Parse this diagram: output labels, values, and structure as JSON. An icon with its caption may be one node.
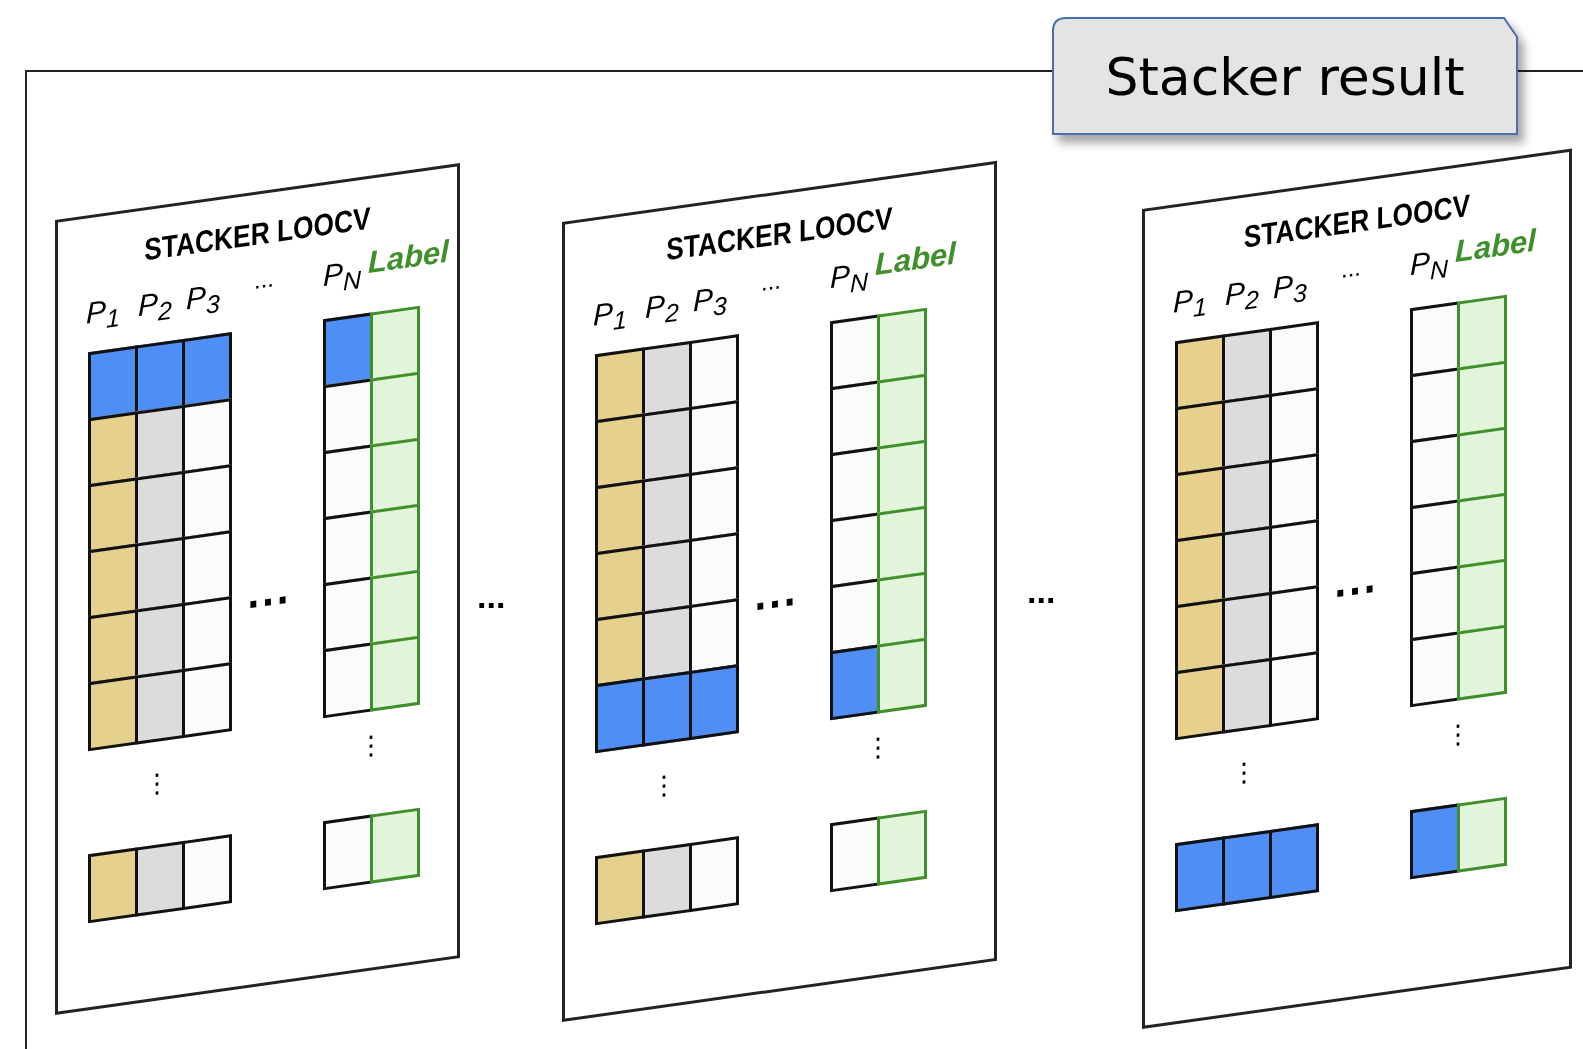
{
  "diagram": {
    "nodes": [
      {
        "text": [],
        "shape": "box"
      },
      {
        "text": [
          "Stacker result"
        ]
      },
      {
        "text": [
          "STACKER LOOCV"
        ],
        "in": 0
      },
      {
        "text": [
          "STACKER LOOCV"
        ],
        "in": 0
      },
      {
        "text": [
          "STACKER LOOCV"
        ],
        "in": 0
      }
    ],
    "edges": [],
    "labels": [
      "P$_{1}$",
      "P$_{2}$",
      "P$_{3}$",
      "...",
      "P$_{N}$",
      "Label",
      "⋯",
      "⋮",
      "⋮",
      "...",
      "P$_{1}$",
      "P$_{2}$",
      "P$_{3}$",
      "...",
      "P$_{N}$",
      "Label",
      "⋯",
      "⋮",
      "⋮",
      "...",
      "P$_{1}$",
      "P$_{2}$",
      "P$_{3}$",
      "...",
      "P$_{N}$",
      "Label",
      "⋯",
      "⋮",
      "⋮"
    ]
  }
}
